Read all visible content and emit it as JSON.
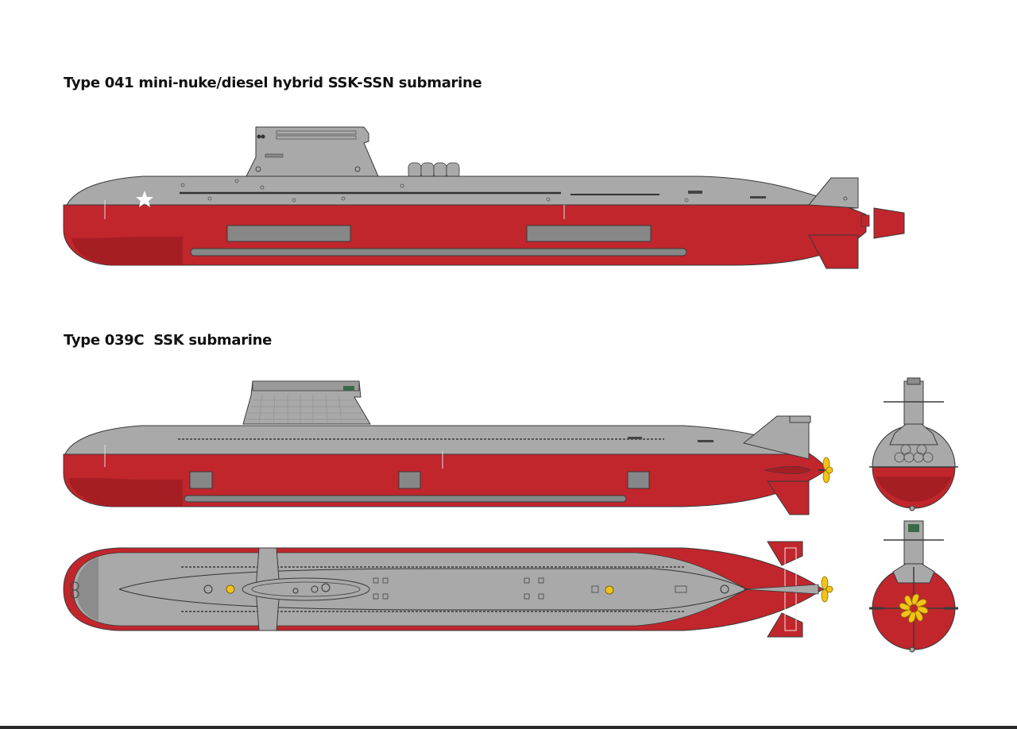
{
  "titles": {
    "type041": "Type 041 mini-nuke/diesel hybrid SSK-SSN submarine",
    "type039c": "Type 039C  SSK submarine"
  },
  "colors": {
    "hull_red": "#c0262c",
    "hull_red_dark": "#a51e24",
    "hull_grey": "#a9a9a9",
    "panel_grey": "#878787",
    "outline": "#3a3a3a",
    "propeller_yellow": "#f2c318",
    "star": "#ffffff"
  },
  "views": [
    "type041-side-profile",
    "type039c-side-profile",
    "type039c-top-view",
    "type039c-front-view",
    "type039c-rear-view"
  ]
}
